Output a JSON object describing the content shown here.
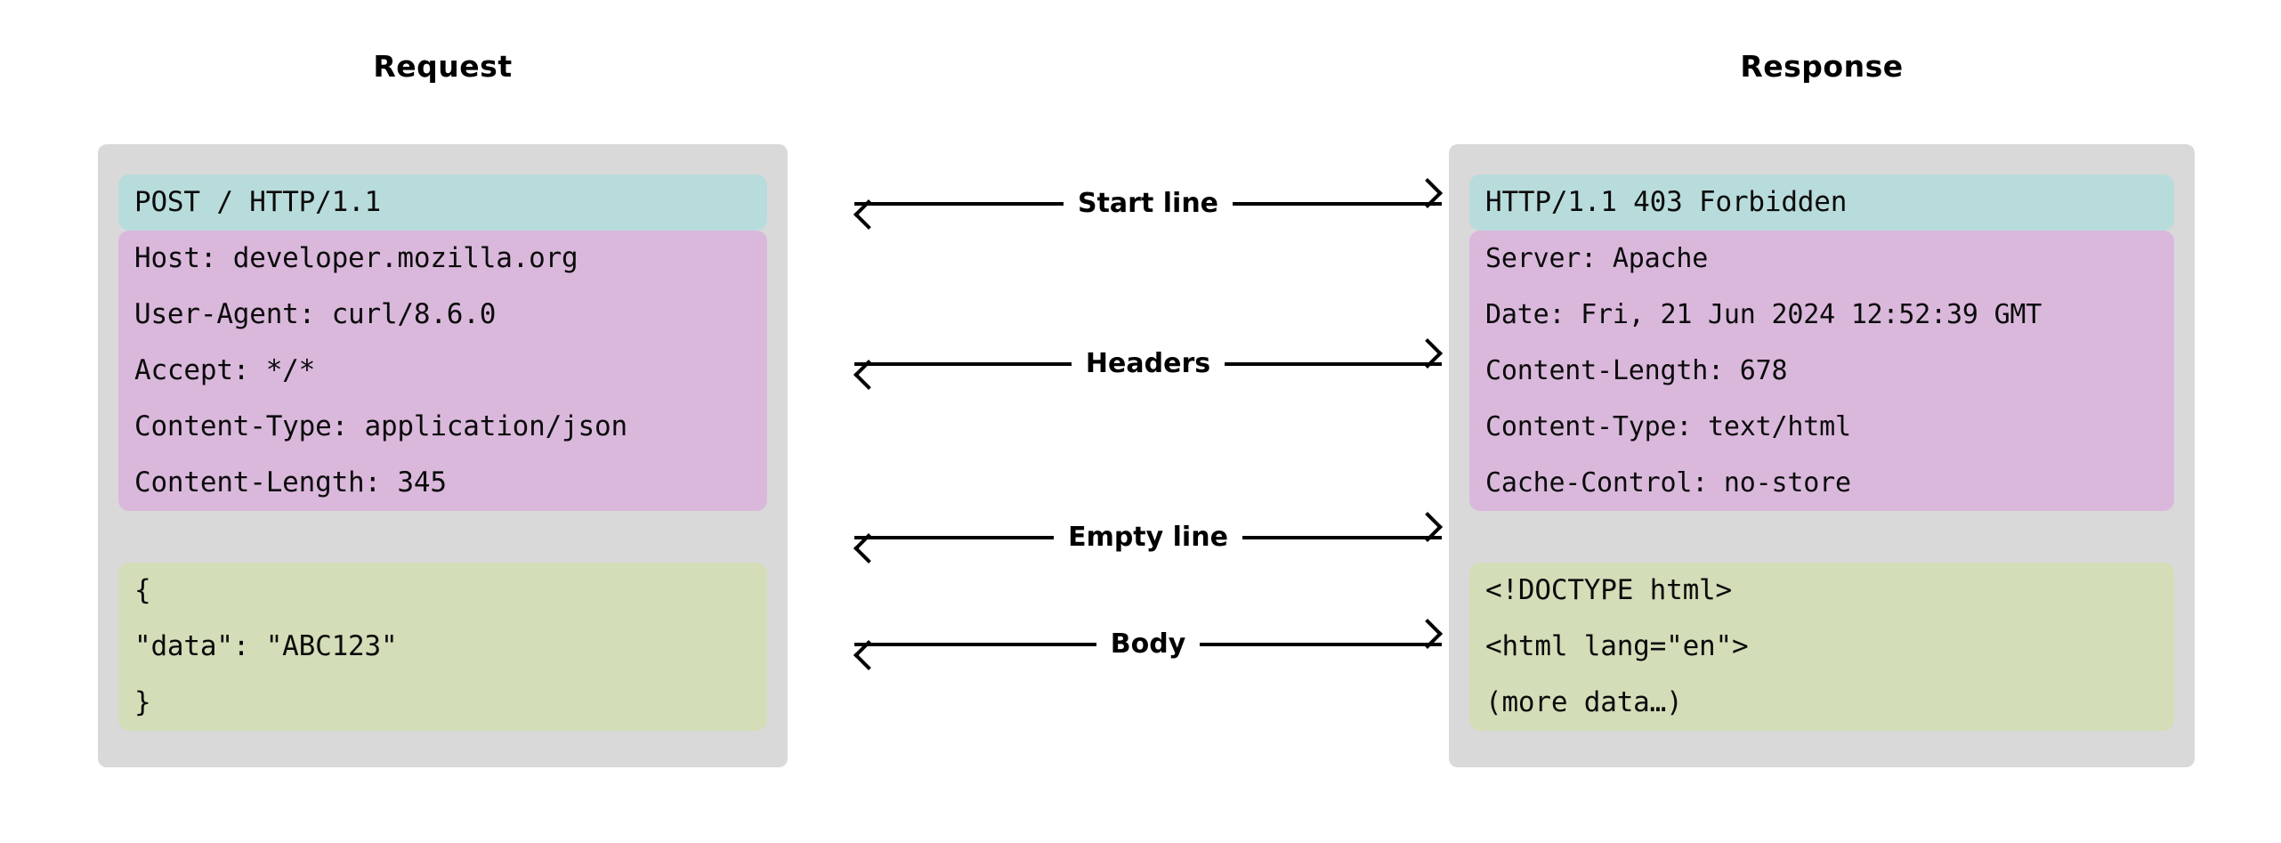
{
  "columns": {
    "request_title": "Request",
    "response_title": "Response"
  },
  "request": {
    "start_line": [
      "POST / HTTP/1.1"
    ],
    "headers": [
      "Host: developer.mozilla.org",
      "User-Agent: curl/8.6.0",
      "Accept: */*",
      "Content-Type: application/json",
      "Content-Length: 345"
    ],
    "body": [
      "{",
      "\"data\": \"ABC123\"",
      "}"
    ]
  },
  "response": {
    "start_line": [
      "HTTP/1.1 403 Forbidden"
    ],
    "headers": [
      "Server: Apache",
      "Date: Fri, 21 Jun 2024 12:52:39 GMT",
      "Content-Length: 678",
      "Content-Type: text/html",
      "Cache-Control: no-store"
    ],
    "body": [
      "<!DOCTYPE html>",
      "<html lang=\"en\">",
      "(more data…)"
    ]
  },
  "arrows": [
    {
      "label": "Start line"
    },
    {
      "label": "Headers"
    },
    {
      "label": "Empty line"
    },
    {
      "label": "Body"
    }
  ],
  "colors": {
    "card_background": "#d9d9d9",
    "start_line_band": "#b8dcdb",
    "headers_band": "#dab8dc",
    "body_band": "#d3ddb8",
    "text": "#0b0b0b",
    "page_background": "#ffffff"
  }
}
